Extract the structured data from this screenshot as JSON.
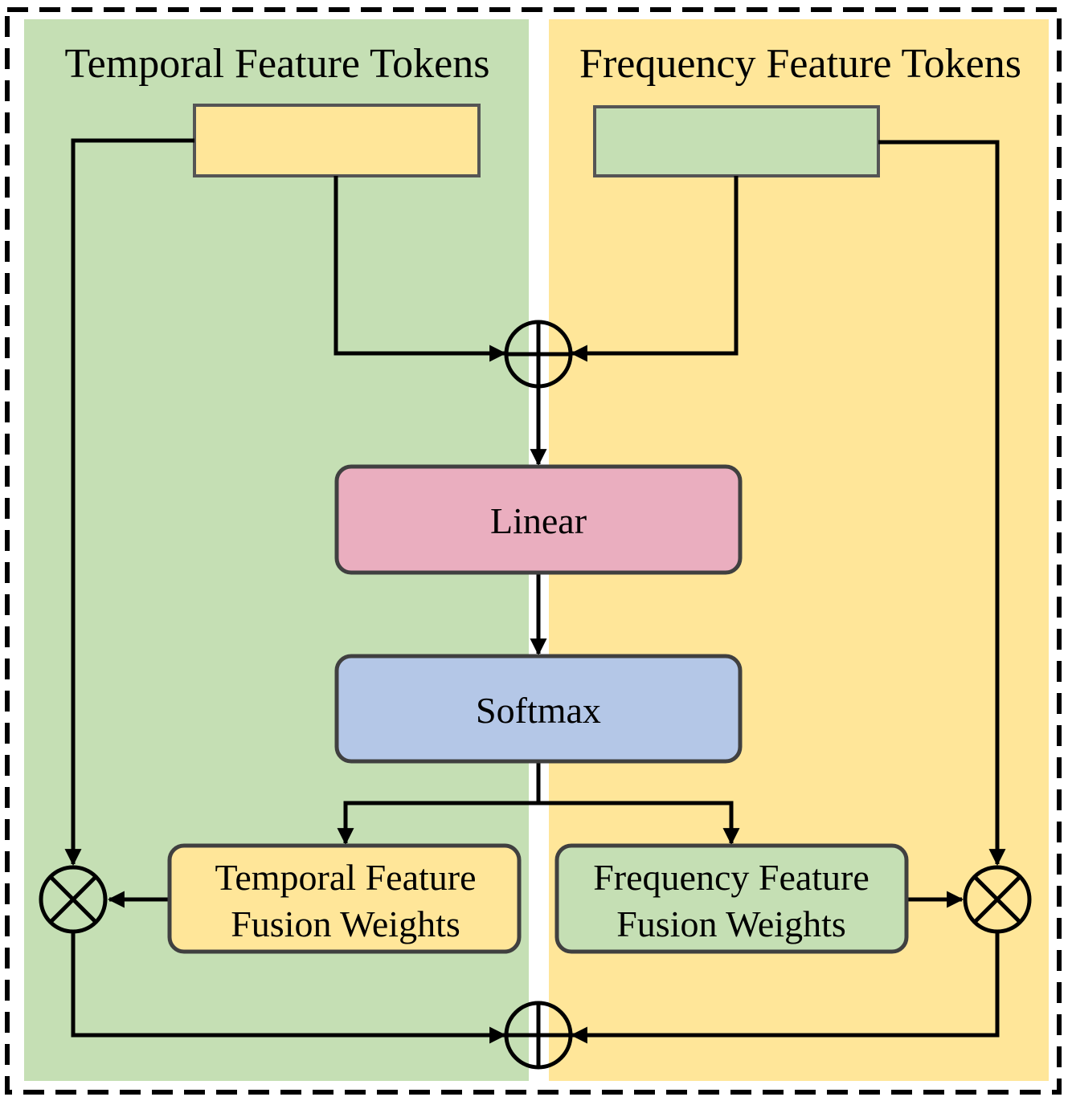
{
  "panels": {
    "temporal": {
      "title": "Temporal Feature Tokens",
      "bg": "#c5dfb4"
    },
    "frequency": {
      "title": "Frequency Feature Tokens",
      "bg": "#ffe699"
    }
  },
  "blocks": {
    "linear": {
      "label": "Linear",
      "fill": "#eaaebf"
    },
    "softmax": {
      "label": "Softmax",
      "fill": "#b4c7e7"
    },
    "temporal_weights": {
      "line1": "Temporal Feature",
      "line2": "Fusion Weights",
      "fill": "#ffe699"
    },
    "frequency_weights": {
      "line1": "Frequency Feature",
      "line2": "Fusion Weights",
      "fill": "#c5dfb4"
    }
  },
  "tokens": {
    "temporal_fill": "#ffe699",
    "frequency_fill": "#c5dfb4"
  },
  "operators": {
    "add_top": "add-icon",
    "add_bottom": "add-icon",
    "multiply_left": "multiply-icon",
    "multiply_right": "multiply-icon"
  },
  "colors": {
    "stroke": "#000000",
    "box_border": "#404040"
  }
}
